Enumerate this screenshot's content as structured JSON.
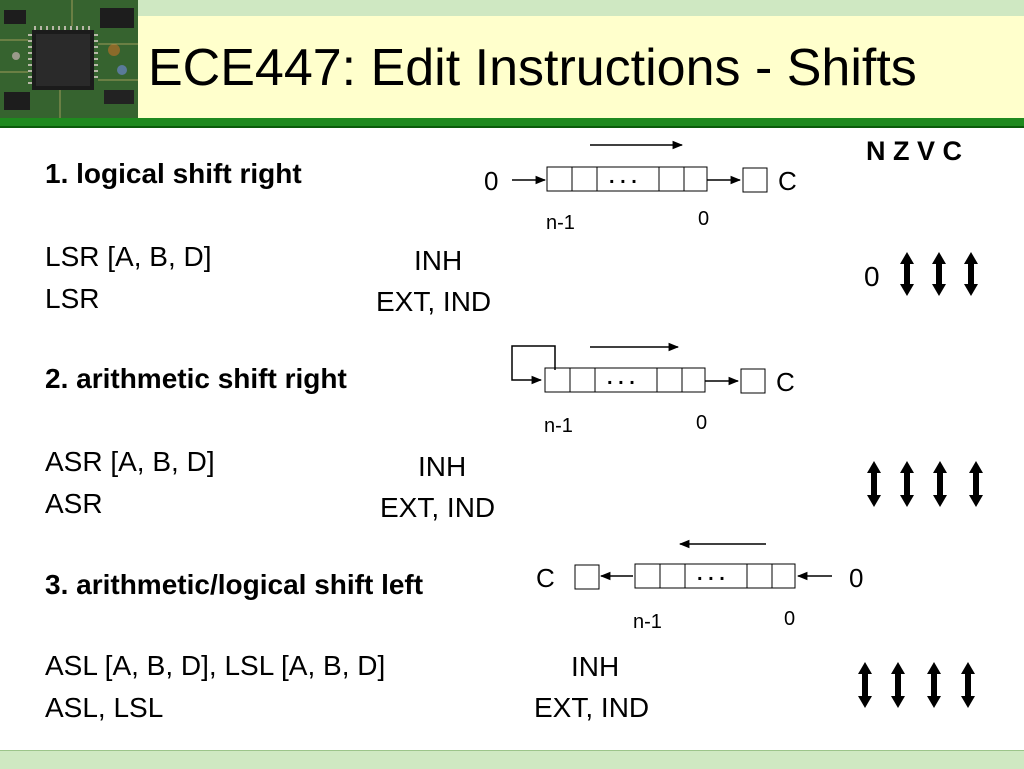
{
  "slide": {
    "title": "ECE447: Edit Instructions - Shifts",
    "flags_header": "N Z V C"
  },
  "sections": [
    {
      "heading": "1. logical shift right",
      "line1": "LSR [A, B, D]",
      "line2": "LSR",
      "mode1": "INH",
      "mode2": "EXT, IND",
      "diagram": {
        "left_input": "0",
        "right_output": "C",
        "dots": ". . .",
        "msb_label": "n-1",
        "lsb_label": "0"
      },
      "flags": {
        "prefix": "0"
      }
    },
    {
      "heading": "2. arithmetic shift right",
      "line1": "ASR [A, B, D]",
      "line2": "ASR",
      "mode1": "INH",
      "mode2": "EXT, IND",
      "diagram": {
        "right_output": "C",
        "dots": ". . .",
        "msb_label": "n-1",
        "lsb_label": "0"
      }
    },
    {
      "heading": "3. arithmetic/logical shift left",
      "line1": "ASL [A, B, D],  LSL [A, B, D]",
      "line2": "ASL,  LSL",
      "mode1": "INH",
      "mode2": "EXT, IND",
      "diagram": {
        "left_output": "C",
        "right_input": "0",
        "dots": ". . .",
        "msb_label": "n-1",
        "lsb_label": "0"
      }
    }
  ],
  "icons": {
    "flag_marker": "double-arrow-updown-icon",
    "decor": "circuit-board-image"
  },
  "colors": {
    "title_bg": "#ffffcc",
    "accent_green": "#1f8a1f",
    "strip_green": "#cfe8c2"
  }
}
